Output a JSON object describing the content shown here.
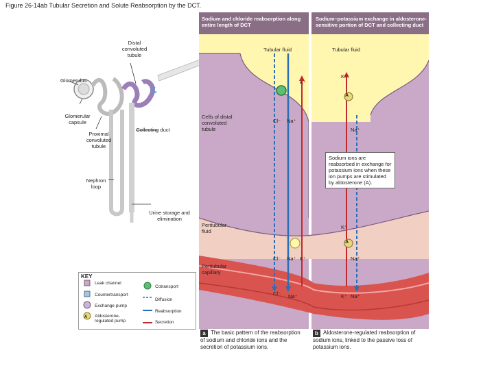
{
  "figure": {
    "title": "Figure 26-14ab Tubular Secretion and Solute Reabsorption by the DCT."
  },
  "kidney": {
    "distal_label": "Distal convoluted tubule",
    "glomerulus_label": "Glomerulus",
    "capsule_label": "Glomerular capsule",
    "proximal_label": "Proximal convoluted tubule",
    "collecting_label": "Collecting duct",
    "loop_label": "Nephron loop",
    "urine_label": "Urine storage and elimination"
  },
  "panel_a": {
    "header": "Sodium and chloride reabsorption along entire length of DCT",
    "tubular_fluid": "Tubular fluid",
    "cells_label": "Cells of distal convoluted tubule",
    "peritubular_fluid": "Peritubular fluid",
    "peritubular_capillary": "Peritubular capillary",
    "ion_cl": "Cl⁻",
    "ion_na": "Na⁺",
    "ion_k": "K⁺",
    "caption_letter": "a",
    "caption": "The basic pattern of the reabsorption of sodium and chloride ions and the secretion of potassium ions."
  },
  "panel_b": {
    "header": "Sodium–potassium exchange in aldosterone-sensitive portion of DCT and collecting duct",
    "tubular_fluid": "Tubular fluid",
    "note": "Sodium ions are reabsorbed in exchange for potassium ions when these ion pumps are stimulated by aldosterone (A).",
    "ion_na": "Na⁺",
    "ion_k": "K⁺",
    "pump_letter": "A",
    "caption_letter": "b",
    "caption": "Aldosterone-regulated reabsorption of sodium ions, linked to the passive loss of potassium ions."
  },
  "key": {
    "title": "KEY",
    "leak_channel": "Leak channel",
    "countertransport": "Countertransport",
    "exchange_pump": "Exchange pump",
    "aldosterone_pump": "Aldosterone-regulated pump",
    "aldosterone_letter": "A",
    "cotransport": "Cotransport",
    "diffusion": "Diffusion",
    "reabsorption": "Reabsorption",
    "secretion": "Secretion"
  },
  "colors": {
    "header_bg": "#8a6e86",
    "tubular_fluid": "#fff7b0",
    "cell": "#c9a9c7",
    "peritubular_fluid": "#f2cfc3",
    "capillary": "#d9544f",
    "reabsorption_arrow": "#2a6fb8",
    "secretion_arrow": "#c0292b"
  }
}
